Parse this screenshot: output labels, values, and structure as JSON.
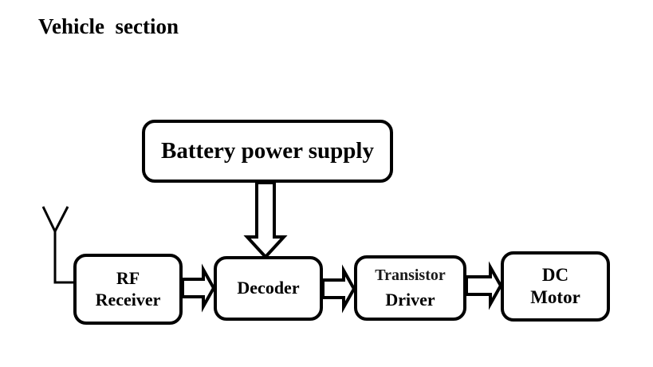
{
  "title": "Vehicle  section",
  "blocks": {
    "battery": {
      "lines": [
        "Battery power supply"
      ]
    },
    "rf_receiver": {
      "lines": [
        "RF",
        "Receiver"
      ]
    },
    "decoder": {
      "lines": [
        "Decoder"
      ]
    },
    "transistor_driver": {
      "lines": [
        "Transistor",
        "Driver"
      ]
    },
    "dc_motor": {
      "lines": [
        "DC",
        "Motor"
      ]
    }
  },
  "connections": [
    {
      "from": "battery",
      "to": "decoder",
      "type": "hollow-arrow",
      "direction": "down"
    },
    {
      "from": "rf_receiver",
      "to": "decoder",
      "type": "hollow-arrow",
      "direction": "right"
    },
    {
      "from": "decoder",
      "to": "transistor_driver",
      "type": "hollow-arrow",
      "direction": "right"
    },
    {
      "from": "transistor_driver",
      "to": "dc_motor",
      "type": "hollow-arrow",
      "direction": "right"
    },
    {
      "from": "antenna",
      "to": "rf_receiver",
      "type": "line"
    }
  ],
  "colors": {
    "stroke": "#000000",
    "background": "#ffffff"
  }
}
